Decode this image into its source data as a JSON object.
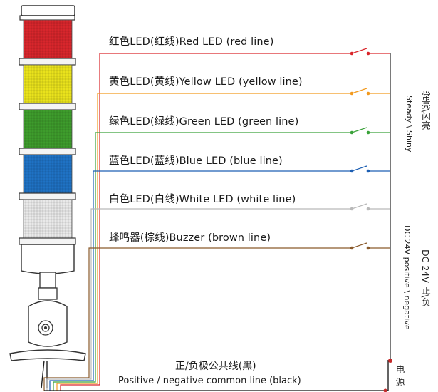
{
  "lines": [
    {
      "id": "red",
      "label": "红色LED(红线)Red LED (red line)",
      "color": "#d9262b"
    },
    {
      "id": "yellow",
      "label": "黄色LED(黄线)Yellow LED (yellow line)",
      "color": "#f29a1f"
    },
    {
      "id": "green",
      "label": "绿色LED(绿线)Green LED (green line)",
      "color": "#3aa23a"
    },
    {
      "id": "blue",
      "label": "蓝色LED(蓝线)Blue LED (blue line)",
      "color": "#1d5fb3"
    },
    {
      "id": "white",
      "label": "白色LED(白线)White LED (white line)",
      "color": "#b9b9b9"
    },
    {
      "id": "brown",
      "label": "蜂鸣器(棕线)Buzzer (brown line)",
      "color": "#8a5a2b"
    }
  ],
  "side_labels": {
    "mode_cn": "常亮\\闪亮",
    "mode_en": "Steady \\ Shiny",
    "dc_cn": "DC 24V 正\\负",
    "dc_en": "DC 24V positive \\ negative",
    "power_cn": [
      "电",
      "源"
    ]
  },
  "common_line": {
    "cn": "正/负极公共线(黑)",
    "en": "Positive / negative common line (black)"
  },
  "colors": {
    "tier_red": "#d8262c",
    "tier_yellow": "#e9e21c",
    "tier_green": "#3e9c2c",
    "tier_blue": "#1f72c4",
    "tier_white": "#e9e9e9",
    "common_line": "#111111"
  }
}
